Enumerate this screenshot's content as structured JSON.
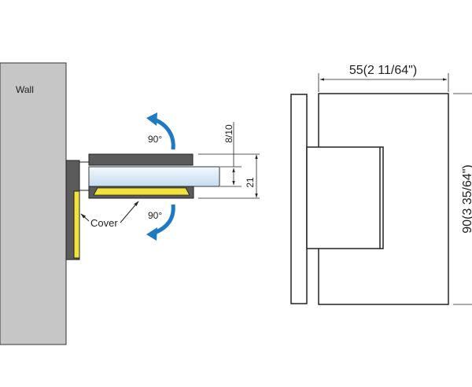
{
  "side_view": {
    "wall_label": "Wall",
    "cover_label": "Cover",
    "rotation_up": "90°",
    "rotation_down": "90°",
    "dim_glass_thickness": "8/10",
    "dim_height": "21"
  },
  "front_view": {
    "dim_width": "55(2 11/64\")",
    "dim_length": "90(3 35/64\")"
  },
  "colors": {
    "wall": "#c6c6c6",
    "metal": "#5b5b5b",
    "cover": "#f2e33a",
    "arrow": "#1e78c2",
    "glass": "#dcebf7"
  }
}
